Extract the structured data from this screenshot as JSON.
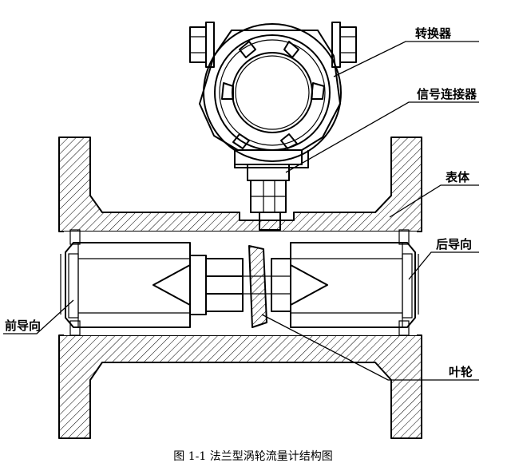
{
  "labels": {
    "converter": "转换器",
    "signal_connector": "信号连接器",
    "meter_body": "表体",
    "rear_guide": "后导向",
    "front_guide": "前导向",
    "impeller": "叶轮"
  },
  "caption": "图 1-1  法兰型涡轮流量计结构图",
  "colors": {
    "line": "#000000",
    "background": "#ffffff"
  }
}
